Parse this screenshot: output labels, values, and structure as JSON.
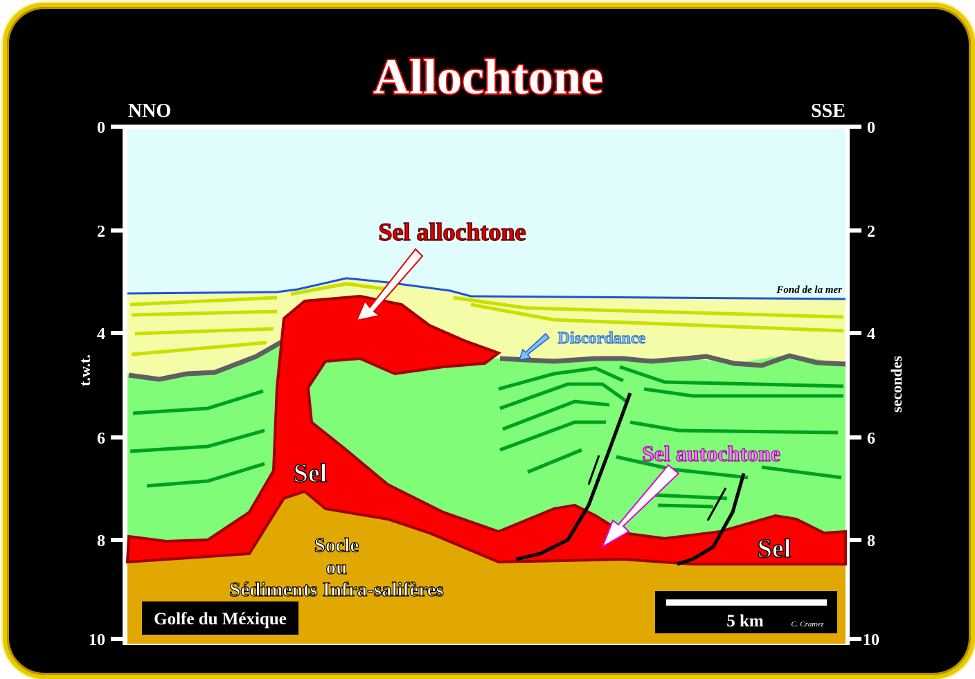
{
  "title": "Allochtone",
  "left_direction": "NNO",
  "right_direction": "SSE",
  "left_axis_label": "t.w.t.",
  "right_axis_label": "secondes",
  "ticks": [
    "0",
    "2",
    "4",
    "6",
    "8",
    "10"
  ],
  "labels": {
    "sel_allochtone": "Sel allochtone",
    "sel_autochtone": "Sel autochtone",
    "discordance": "Discordance",
    "fond_mer": "Fond de la mer",
    "sel_left": "Sel",
    "sel_right": "Sel",
    "socle_1": "Socle",
    "socle_2": "ou",
    "socle_3": "Sédiments Infra-salifères",
    "region": "Golfe du Méxique",
    "scale": "5 km",
    "author": "C. Cramez"
  },
  "colors": {
    "water": "#e0fcfc",
    "young_sed": "#f4fca8",
    "old_sed": "#80fc78",
    "salt": "#fc0000",
    "basement": "#e0a800"
  }
}
